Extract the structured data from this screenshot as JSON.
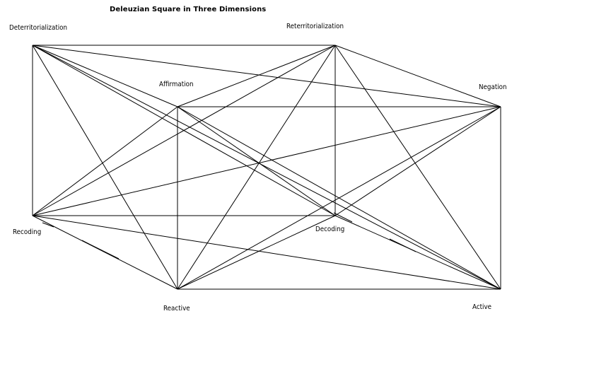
{
  "diagram": {
    "title": "Deleuzian Square in Three Dimensions",
    "nodes": [
      {
        "id": "deterritorialization",
        "label": "Deterritorialization"
      },
      {
        "id": "reterritorialization",
        "label": "Reterritorialization"
      },
      {
        "id": "affirmation",
        "label": "Affirmation"
      },
      {
        "id": "negation",
        "label": "Negation"
      },
      {
        "id": "recoding",
        "label": "Recoding"
      },
      {
        "id": "decoding",
        "label": "Decoding"
      },
      {
        "id": "reactive",
        "label": "Reactive"
      },
      {
        "id": "active",
        "label": "Active"
      }
    ],
    "line_color": "#000000",
    "background": "#ffffff"
  }
}
